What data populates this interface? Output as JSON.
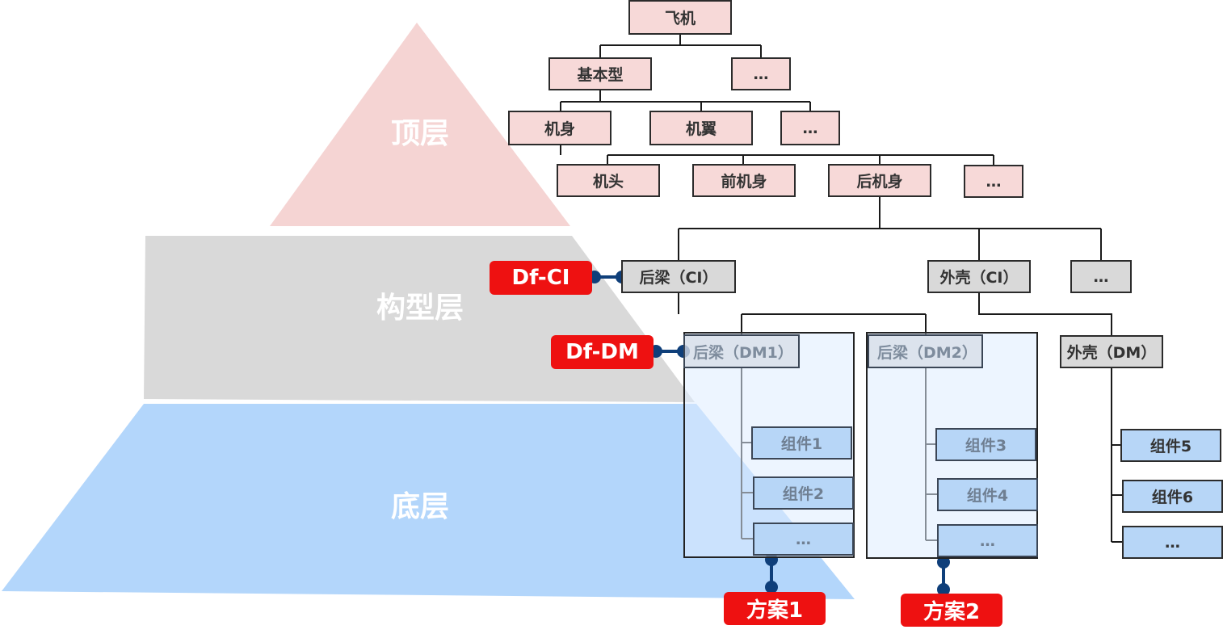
{
  "layers": {
    "top": "顶层",
    "config": "构型层",
    "bottom": "底层"
  },
  "tree": {
    "aircraft": "飞机",
    "basic_type": "基本型",
    "ellipsis": "…",
    "fuselage": "机身",
    "wing": "机翼",
    "nose": "机头",
    "front_fuselage": "前机身",
    "rear_fuselage": "后机身",
    "rear_beam_ci": "后梁（CI）",
    "skin_ci": "外壳（CI）",
    "rear_beam_dm1": "后梁（DM1）",
    "rear_beam_dm2": "后梁（DM2）",
    "skin_dm": "外壳（DM）",
    "component1": "组件1",
    "component2": "组件2",
    "component3": "组件3",
    "component4": "组件4",
    "component5": "组件5",
    "component6": "组件6"
  },
  "tags": {
    "df_ci": "Df-CI",
    "df_dm": "Df-DM",
    "scheme1": "方案1",
    "scheme2": "方案2"
  },
  "colors": {
    "top_layer": "#f5d4d3",
    "config_layer": "#d9d9d9",
    "bottom_layer": "#b3d6fb",
    "tag_red": "#ee1111",
    "connector_blue": "#0f3f7a"
  }
}
